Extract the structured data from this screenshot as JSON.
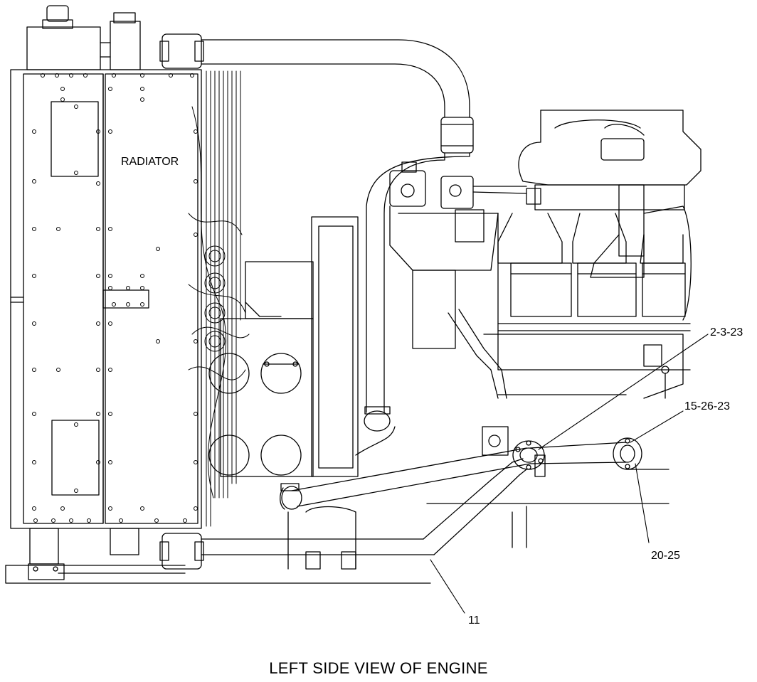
{
  "diagram": {
    "component_label": "RADIATOR",
    "callouts": {
      "c1": "2-3-23",
      "c2": "15-26-23",
      "c3": "20-25",
      "c4": "11"
    },
    "caption": "LEFT SIDE VIEW OF ENGINE"
  },
  "colors": {
    "line": "#000000",
    "background": "#ffffff"
  }
}
